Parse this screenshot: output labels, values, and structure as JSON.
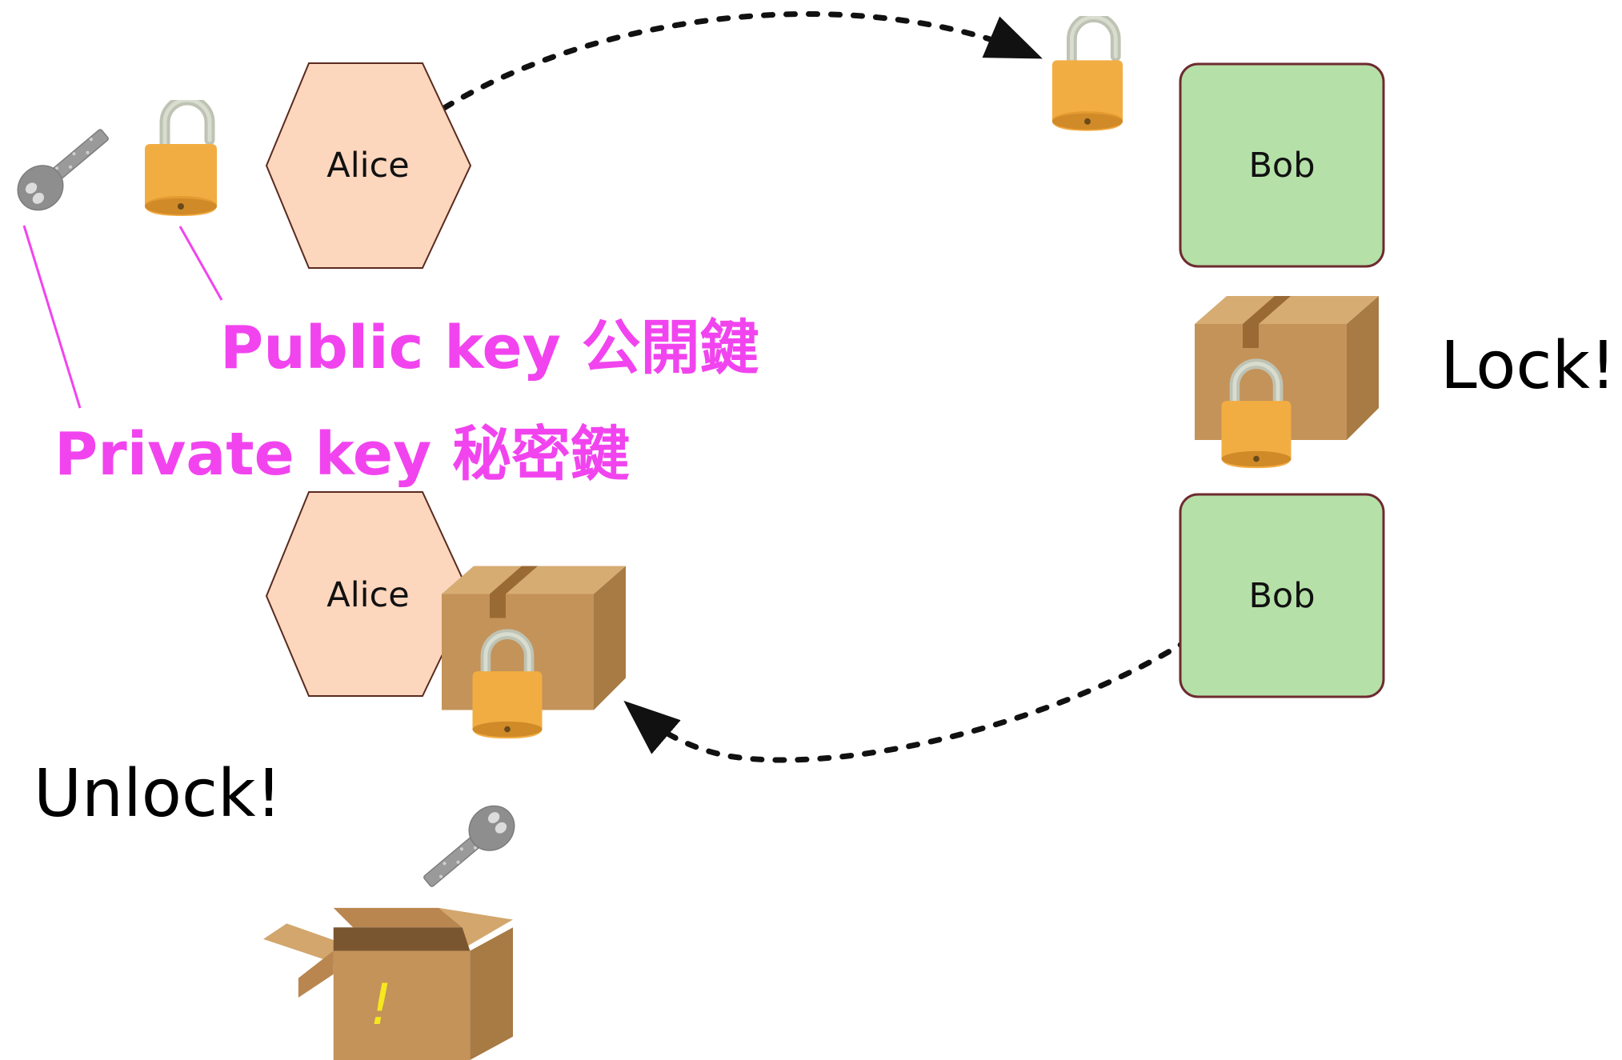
{
  "nodes": {
    "alice_top": "Alice",
    "alice_bottom": "Alice",
    "bob_top": "Bob",
    "bob_bottom": "Bob"
  },
  "labels": {
    "public_key": "Public key 公開鍵",
    "private_key": "Private key 秘密鍵",
    "lock": "Lock!",
    "unlock": "Unlock!",
    "surprise_mark": "!"
  },
  "icons": {
    "private_key_icon": "key-icon",
    "public_key_icon": "open-padlock-icon",
    "sent_padlock": "open-padlock-icon",
    "locked_box": "locked-box-icon",
    "unlock_key": "key-icon",
    "opened_box": "open-box-icon"
  },
  "colors": {
    "alice_fill": "#fcd6bd",
    "bob_fill": "#b5e0a8",
    "callout": "#f144ef",
    "padlock": "#f2ad42",
    "box": "#c9995f"
  }
}
